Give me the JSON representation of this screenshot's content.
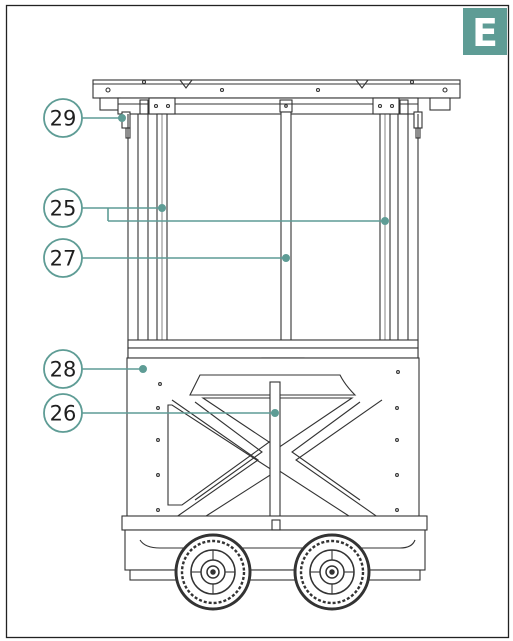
{
  "step_label": "E",
  "accent_color": "#5e9c95",
  "callouts": [
    {
      "id": "c29",
      "label": "29"
    },
    {
      "id": "c25",
      "label": "25"
    },
    {
      "id": "c27",
      "label": "27"
    },
    {
      "id": "c28",
      "label": "28"
    },
    {
      "id": "c26",
      "label": "26"
    }
  ]
}
